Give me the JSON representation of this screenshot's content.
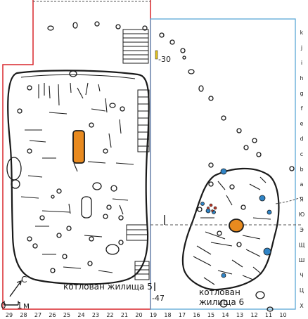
{
  "labels": {
    "pit5": "котлован жилища 5",
    "pit6_line1": "котлован",
    "pit6_line2": "жилища 6",
    "north": "С",
    "scale_zero": "0",
    "scale_one": "1",
    "scale_unit": "м",
    "depth_top": "-30",
    "depth_bottom": "-47"
  },
  "x_axis_ticks": [
    "29",
    "28",
    "27",
    "26",
    "25",
    "24",
    "23",
    "22",
    "21",
    "20",
    "19",
    "18",
    "17",
    "16",
    "15",
    "14",
    "13",
    "12",
    "11",
    "10"
  ],
  "y_axis_ticks": [
    "k",
    "j",
    "i",
    "h",
    "g",
    "f",
    "e",
    "d",
    "c",
    "b",
    "a",
    "Я",
    "Ю",
    "Э",
    "Щ",
    "Ш",
    "Ч",
    "Ц",
    "Х"
  ],
  "colors": {
    "excavation_left_border": "#d8262c",
    "excavation_right_border": "#5aa7d6",
    "hearth": "#e88a1f",
    "blue_features": "#2f84c6",
    "red_features": "#b83a2a",
    "yellow_marker": "#e3c21c",
    "ink": "#1a1a1a"
  },
  "icons": [
    "north-arrow-icon",
    "scale-bar-icon"
  ]
}
